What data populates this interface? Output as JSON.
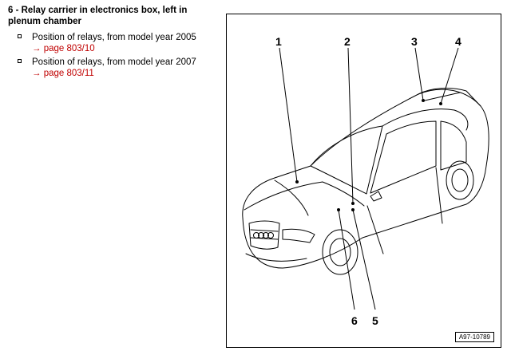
{
  "section": {
    "number": "6 -",
    "title": "Relay carrier in electronics box, left in plenum chamber"
  },
  "items": [
    {
      "text": "Position of relays, from model year 2005",
      "link": "→ page 803/10"
    },
    {
      "text": "Position of relays, from model year 2007",
      "link": "→ page 803/11"
    }
  ],
  "figure": {
    "callouts": [
      "1",
      "2",
      "3",
      "4",
      "5",
      "6"
    ],
    "id": "A97-10789"
  }
}
